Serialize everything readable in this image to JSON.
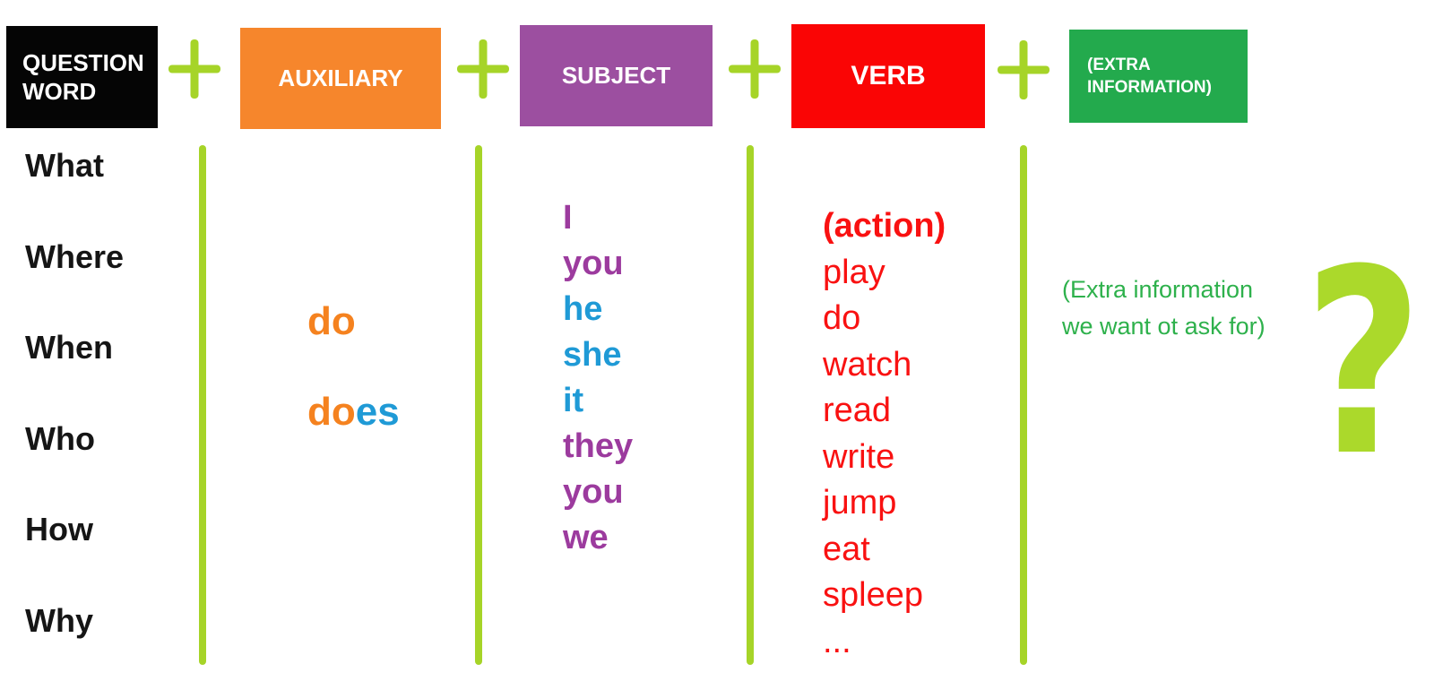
{
  "colors": {
    "lime": "#a6d428",
    "qmark_green": "#abd92b",
    "box_black": "#050505",
    "box_orange": "#f6862c",
    "box_purple": "#9c4fa0",
    "box_red": "#fa0505",
    "box_green": "#23aa4d",
    "text_orange": "#f5821f",
    "text_blue": "#1f9ad6",
    "text_purple": "#9c3b9e",
    "text_red": "#f91111",
    "text_green": "#2eb14c",
    "text_dark": "#151515"
  },
  "header": {
    "plus": "+",
    "boxes": [
      {
        "id": "question-word",
        "label": "QUESTION WORD"
      },
      {
        "id": "auxiliary",
        "label": "AUXILIARY"
      },
      {
        "id": "subject",
        "label": "SUBJECT"
      },
      {
        "id": "verb",
        "label": "VERB"
      },
      {
        "id": "extra-information",
        "label": "(EXTRA INFORMATION)"
      }
    ]
  },
  "question_words": {
    "items": [
      "What",
      "Where",
      "When",
      "Who",
      "How",
      "Why"
    ]
  },
  "auxiliary": {
    "do": "do",
    "does": {
      "prefix": "do",
      "suffix": "es"
    }
  },
  "subjects": {
    "items": [
      {
        "text": "I",
        "color": "purple"
      },
      {
        "text": "you",
        "color": "purple"
      },
      {
        "text": "he",
        "color": "blue"
      },
      {
        "text": "she",
        "color": "blue"
      },
      {
        "text": "it",
        "color": "blue"
      },
      {
        "text": "they",
        "color": "purple"
      },
      {
        "text": "you",
        "color": "purple"
      },
      {
        "text": "we",
        "color": "purple"
      }
    ]
  },
  "verbs": {
    "heading": "(action)",
    "items": [
      "play",
      "do",
      "watch",
      "read",
      "write",
      "jump",
      "eat",
      "spleep",
      "..."
    ]
  },
  "extra_info": {
    "line1": "(Extra information",
    "line2": "we want ot ask for)"
  },
  "question_mark": "?"
}
